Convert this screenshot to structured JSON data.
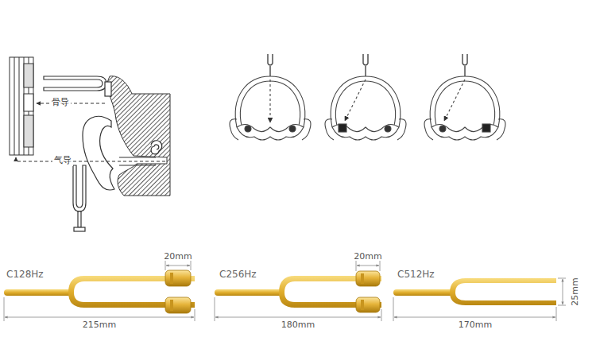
{
  "diagram": {
    "labels": [
      "骨导",
      "气导",
      "C128Hz",
      "20mm",
      "215mm",
      "C256Hz",
      "20mm",
      "180mm",
      "C512Hz",
      "25mm",
      "170mm"
    ]
  }
}
